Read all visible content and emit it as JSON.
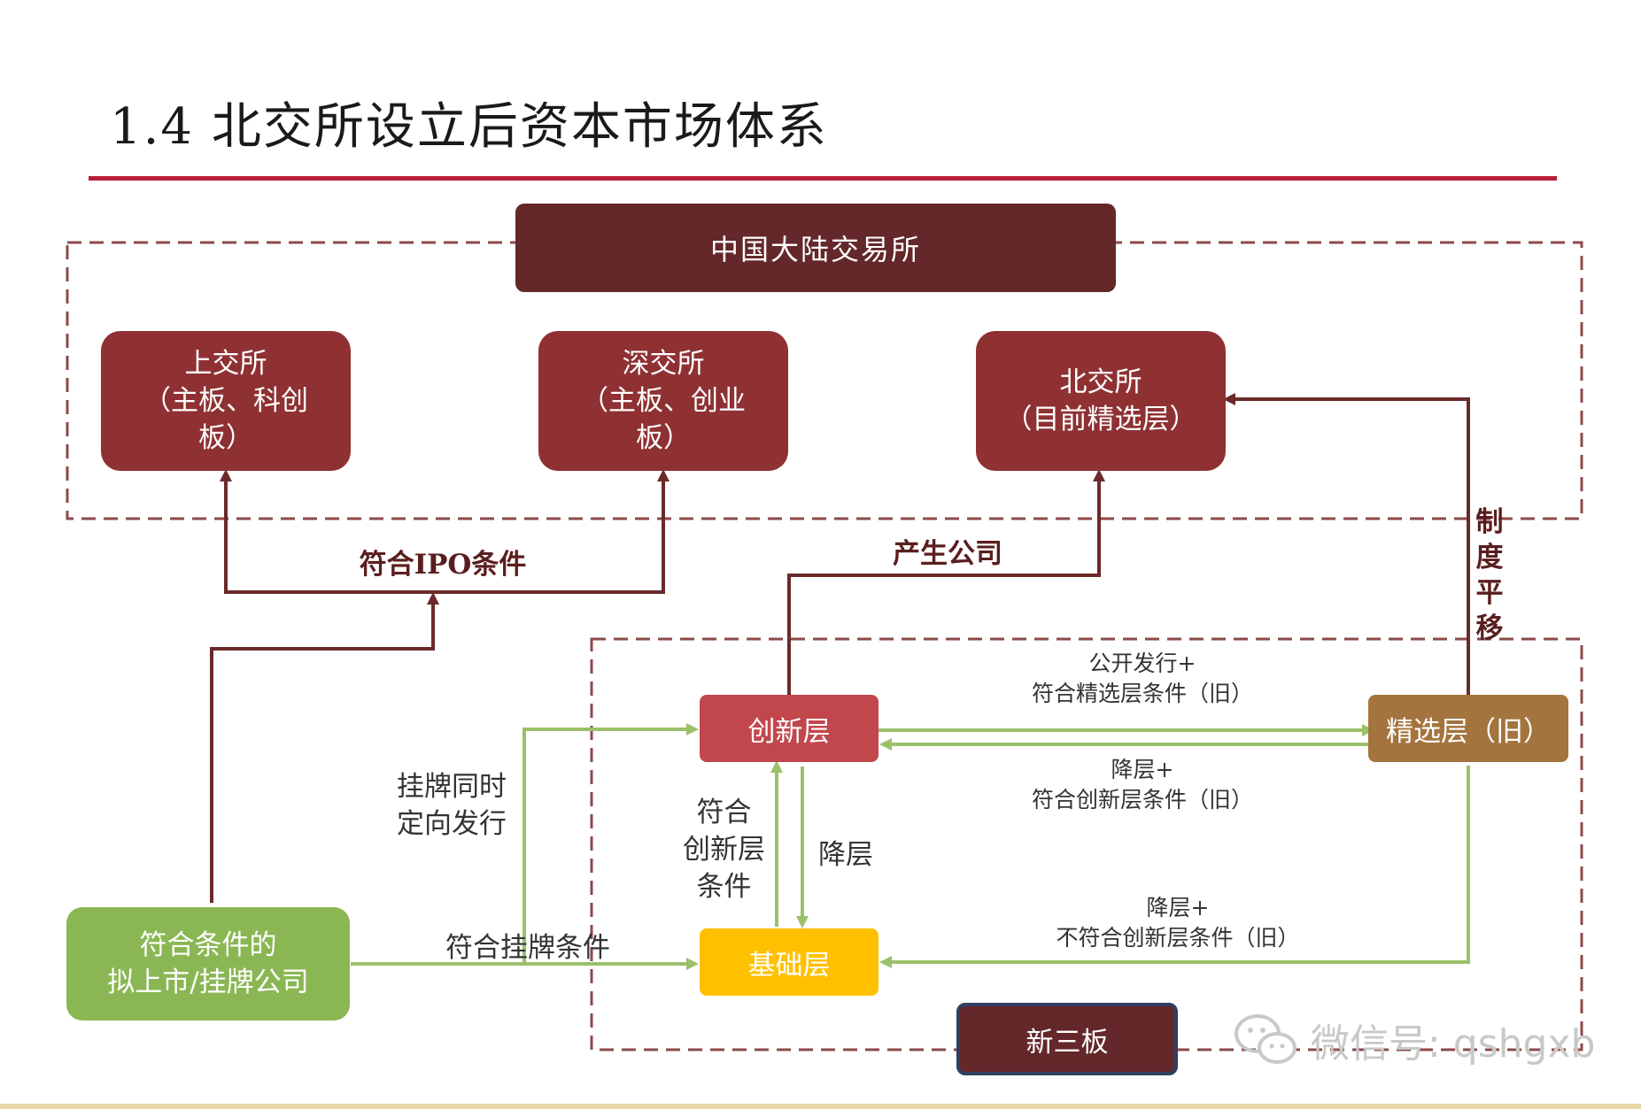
{
  "page": {
    "title": "1.4 北交所设立后资本市场体系"
  },
  "colors": {
    "title_rule": "#b51f3b",
    "dark_box": "#64272a",
    "exchange_box": "#8f3133",
    "innovation_box": "#c2474d",
    "base_box": "#ffc000",
    "select_box": "#a4743f",
    "listing_box": "#8ab753",
    "dark_arrow": "#6b2a2a",
    "green_arrow": "#9bc06a",
    "dash_border": "#8b4a4a"
  },
  "boxes": {
    "mainland": "中国大陆交易所",
    "sse": "上交所\n（主板、科创\n板）",
    "szse": "深交所\n（主板、创业\n板）",
    "bse": "北交所\n（目前精选层）",
    "innovation": "创新层",
    "select": "精选层（旧）",
    "base": "基础层",
    "candidate": "符合条件的\n拟上市/挂牌公司",
    "neeq": "新三板"
  },
  "labels": {
    "ipo": "符合IPO条件",
    "produce": "产生公司",
    "transfer": "制\n度\n平\n移",
    "to_select": "公开发行+\n符合精选层条件（旧）",
    "to_innovation": "降层+\n符合创新层条件（旧）",
    "listing_issue": "挂牌同时\n定向发行",
    "meet_innovation": "符合\n创新层\n条件",
    "downgrade": "降层",
    "meet_listing": "符合挂牌条件",
    "downgrade_not": "降层+\n不符合创新层条件（旧）"
  },
  "watermark": {
    "text": "微信号: qshgxb",
    "icon": "wechat-icon"
  }
}
